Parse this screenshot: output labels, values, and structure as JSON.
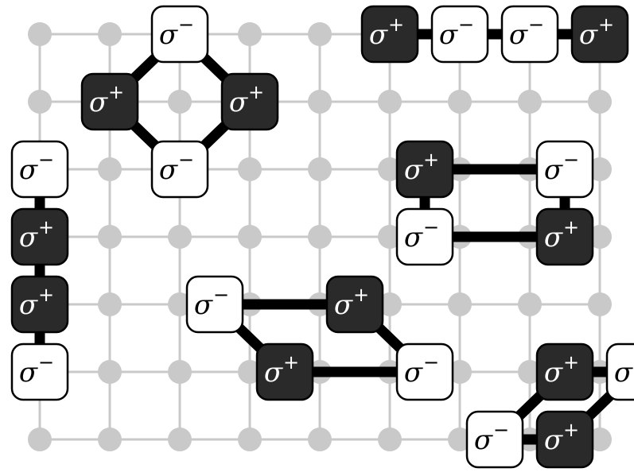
{
  "symbol": "σ",
  "labels": {
    "plus": "+",
    "minus": "−"
  },
  "colors": {
    "grid": "#c9c9c9",
    "bond": "#000000",
    "plus_fill": "#2a2a2a",
    "minus_fill": "#ffffff",
    "plus_text": "#ffffff",
    "minus_text": "#000000"
  },
  "lattice": {
    "columns": 9,
    "rows": 7
  },
  "clusters": [
    {
      "id": "diamond-top-left",
      "spins": [
        {
          "id": "a",
          "col": 2,
          "row": 0,
          "sign": "minus"
        },
        {
          "id": "b",
          "col": 1,
          "row": 1,
          "sign": "plus"
        },
        {
          "id": "c",
          "col": 3,
          "row": 1,
          "sign": "plus"
        },
        {
          "id": "d",
          "col": 2,
          "row": 2,
          "sign": "minus"
        }
      ],
      "bonds": [
        [
          "a",
          "b"
        ],
        [
          "a",
          "c"
        ],
        [
          "b",
          "d"
        ],
        [
          "c",
          "d"
        ]
      ]
    },
    {
      "id": "chain-top-right",
      "spins": [
        {
          "id": "a",
          "col": 5,
          "row": 0,
          "sign": "plus"
        },
        {
          "id": "b",
          "col": 6,
          "row": 0,
          "sign": "minus"
        },
        {
          "id": "c",
          "col": 7,
          "row": 0,
          "sign": "minus"
        },
        {
          "id": "d",
          "col": 8,
          "row": 0,
          "sign": "plus"
        }
      ],
      "bonds": [
        [
          "a",
          "b"
        ],
        [
          "b",
          "c"
        ],
        [
          "c",
          "d"
        ]
      ]
    },
    {
      "id": "chain-left",
      "spins": [
        {
          "id": "a",
          "col": 0,
          "row": 2,
          "sign": "minus"
        },
        {
          "id": "b",
          "col": 0,
          "row": 3,
          "sign": "plus"
        },
        {
          "id": "c",
          "col": 0,
          "row": 4,
          "sign": "plus"
        },
        {
          "id": "d",
          "col": 0,
          "row": 5,
          "sign": "minus"
        }
      ],
      "bonds": [
        [
          "a",
          "b"
        ],
        [
          "b",
          "c"
        ],
        [
          "c",
          "d"
        ]
      ]
    },
    {
      "id": "square-right",
      "spins": [
        {
          "id": "a",
          "col": 5.5,
          "row": 2,
          "sign": "plus"
        },
        {
          "id": "b",
          "col": 7.5,
          "row": 2,
          "sign": "minus"
        },
        {
          "id": "c",
          "col": 5.5,
          "row": 3,
          "sign": "minus"
        },
        {
          "id": "d",
          "col": 7.5,
          "row": 3,
          "sign": "plus"
        }
      ],
      "bonds": [
        [
          "a",
          "b"
        ],
        [
          "a",
          "c"
        ],
        [
          "b",
          "d"
        ],
        [
          "c",
          "d"
        ]
      ]
    },
    {
      "id": "parallelogram-center",
      "spins": [
        {
          "id": "a",
          "col": 2.5,
          "row": 4,
          "sign": "minus"
        },
        {
          "id": "b",
          "col": 4.5,
          "row": 4,
          "sign": "plus"
        },
        {
          "id": "c",
          "col": 3.5,
          "row": 5,
          "sign": "plus"
        },
        {
          "id": "d",
          "col": 5.5,
          "row": 5,
          "sign": "minus"
        }
      ],
      "bonds": [
        [
          "a",
          "b"
        ],
        [
          "a",
          "c"
        ],
        [
          "b",
          "d"
        ],
        [
          "c",
          "d"
        ]
      ]
    },
    {
      "id": "parallelogram-bottom-right",
      "spins": [
        {
          "id": "a",
          "col": 7.5,
          "row": 5,
          "sign": "plus"
        },
        {
          "id": "b",
          "col": 8.5,
          "row": 5,
          "sign": "minus"
        },
        {
          "id": "c",
          "col": 6.5,
          "row": 6,
          "sign": "minus"
        },
        {
          "id": "d",
          "col": 7.5,
          "row": 6,
          "sign": "plus"
        }
      ],
      "bonds": [
        [
          "a",
          "b"
        ],
        [
          "a",
          "c"
        ],
        [
          "b",
          "d"
        ],
        [
          "c",
          "d"
        ]
      ]
    }
  ]
}
